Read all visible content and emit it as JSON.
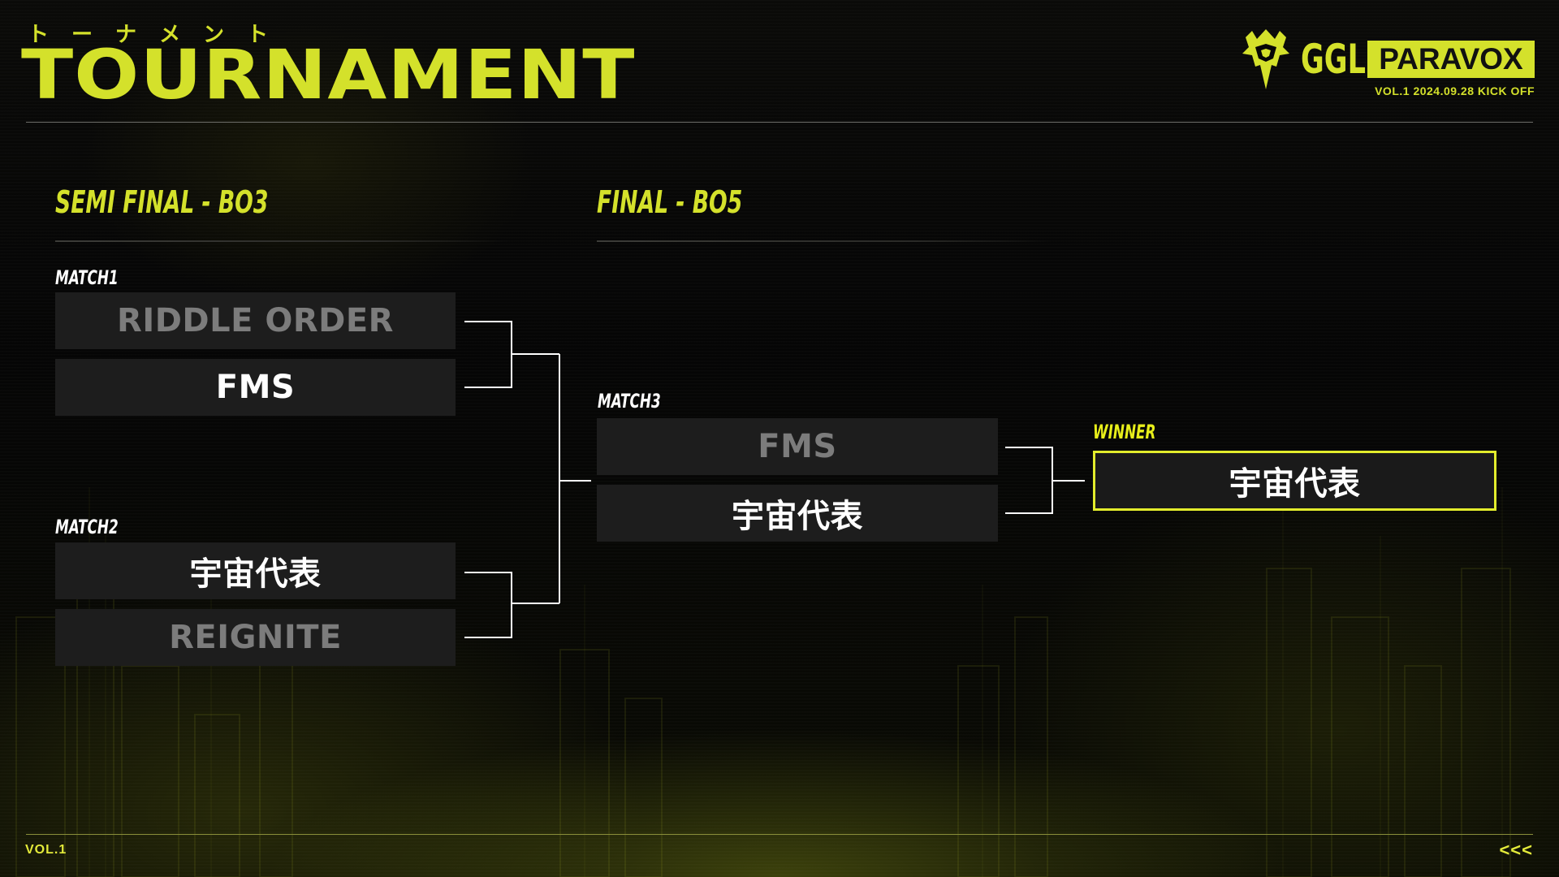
{
  "header": {
    "kana": "トーナメント",
    "title": "TOURNAMENT"
  },
  "logo": {
    "emblem_icon": "crowned-shield-emblem-icon",
    "ggl": "GGL",
    "paravox": "PARAVOX",
    "subtitle": "VOL.1 2024.09.28 KICK OFF"
  },
  "rounds": {
    "semi_final": "SEMI FINAL - BO3",
    "final": "FINAL - BO5"
  },
  "matches": {
    "match1": {
      "label": "MATCH1",
      "team_a": "RIDDLE ORDER",
      "team_b": "FMS",
      "winner": "FMS"
    },
    "match2": {
      "label": "MATCH2",
      "team_a": "宇宙代表",
      "team_b": "REIGNITE",
      "winner": "宇宙代表"
    },
    "match3": {
      "label": "MATCH3",
      "team_a": "FMS",
      "team_b": "宇宙代表",
      "winner": "宇宙代表"
    }
  },
  "winner": {
    "label": "WINNER",
    "team": "宇宙代表"
  },
  "footer": {
    "volume": "VOL.1",
    "nav_arrows": "<<<"
  },
  "colors": {
    "accent": "#d4e12b",
    "winner_border": "#e2ec2c",
    "team_box": "#1d1d1d",
    "winning_text": "#ffffff",
    "losing_text": "#7c7c7c",
    "connector": "#ffffff",
    "background": "#060606"
  }
}
